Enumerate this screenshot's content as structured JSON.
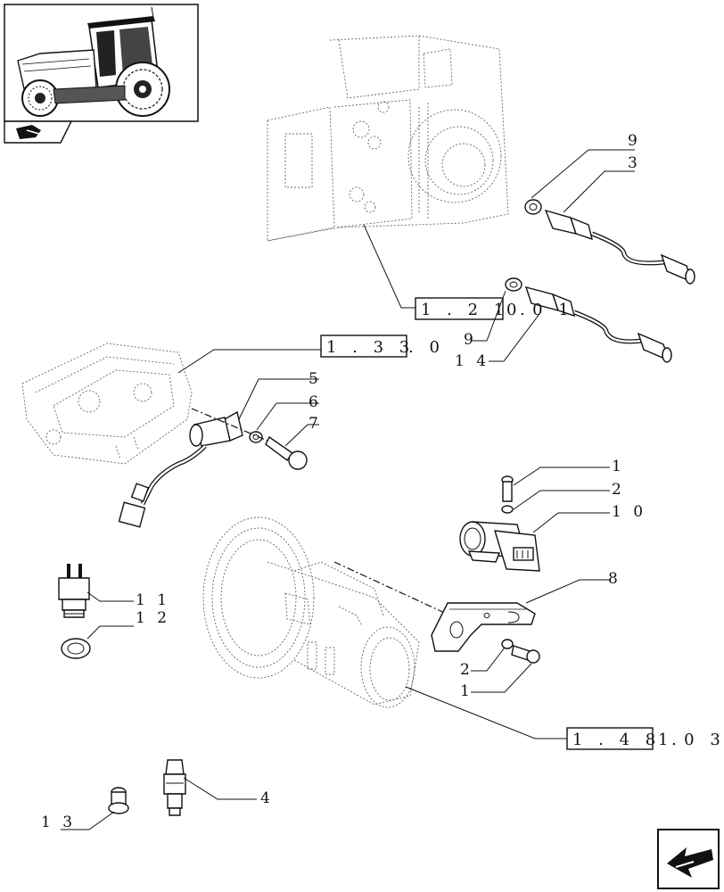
{
  "callouts": {
    "c9a": "9",
    "c3": "3",
    "c9b": "9",
    "c14": "1 4",
    "c5": "5",
    "c6": "6",
    "c7": "7",
    "c1a": "1",
    "c2a": "2",
    "c10": "1 0",
    "c8": "8",
    "c11": "1 1",
    "c12": "1 2",
    "c2b": "2",
    "c1b": "1",
    "c4": "4",
    "c13": "1 3"
  },
  "references": {
    "ref_121": {
      "boxed": "1 . 2 1 .",
      "rest": "0 0 1"
    },
    "ref_133": {
      "boxed": "1 . 3 3",
      "rest": ". 0"
    },
    "ref_148": {
      "boxed": "1 . 4 8 .",
      "rest": "1 0 3"
    }
  },
  "icons": {
    "thumbnail": "tractor-thumbnail-icon",
    "book": "catalog-book-icon",
    "nav": "next-page-arrow-icon"
  }
}
